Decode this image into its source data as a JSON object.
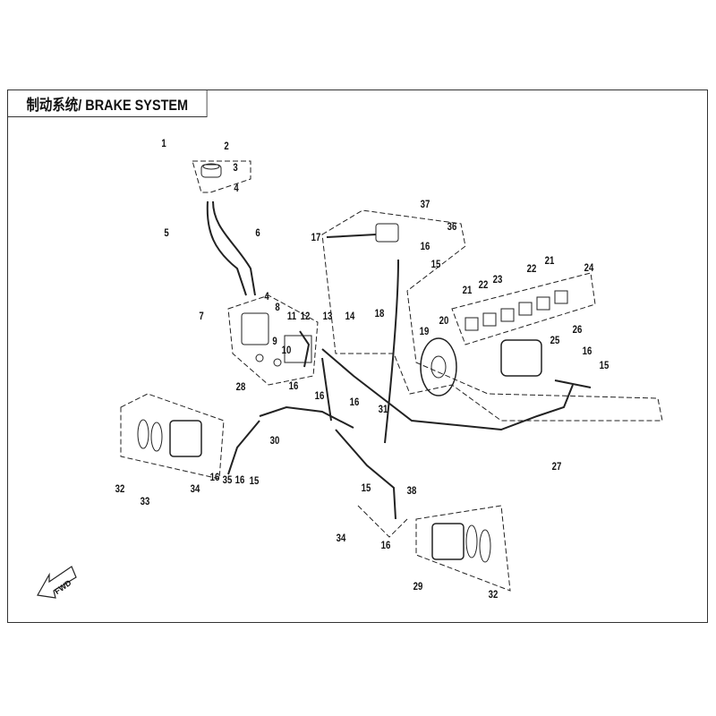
{
  "title": "制动系统/ BRAKE SYSTEM",
  "fwd_label": "FWD",
  "labels": [
    "1",
    "2",
    "3",
    "4",
    "5",
    "6",
    "7",
    "4",
    "8",
    "9",
    "10",
    "11",
    "12",
    "13",
    "14",
    "17",
    "37",
    "36",
    "16",
    "15",
    "18",
    "19",
    "20",
    "21",
    "22",
    "23",
    "22",
    "21",
    "24",
    "26",
    "25",
    "16",
    "15",
    "27",
    "28",
    "16",
    "16",
    "16",
    "31",
    "30",
    "32",
    "33",
    "34",
    "16",
    "35",
    "16",
    "15",
    "15",
    "38",
    "34",
    "16",
    "29",
    "32"
  ]
}
